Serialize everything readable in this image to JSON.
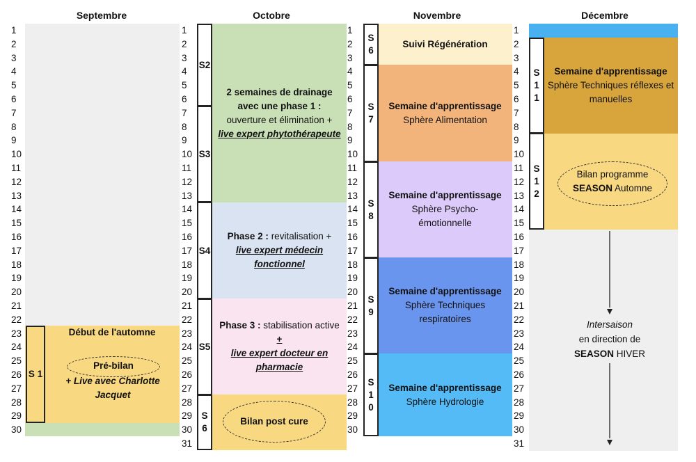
{
  "months": [
    "Septembre",
    "Octobre",
    "Novembre",
    "Décembre"
  ],
  "days": {
    "sep": [
      "1",
      "2",
      "3",
      "4",
      "5",
      "6",
      "7",
      "8",
      "9",
      "10",
      "11",
      "12",
      "13",
      "14",
      "15",
      "16",
      "17",
      "18",
      "19",
      "20",
      "21",
      "22",
      "23",
      "24",
      "25",
      "26",
      "27",
      "28",
      "29",
      "30"
    ],
    "oct": [
      "1",
      "2",
      "3",
      "4",
      "5",
      "6",
      "7",
      "8",
      "9",
      "10",
      "11",
      "12",
      "13",
      "14",
      "15",
      "16",
      "17",
      "18",
      "19",
      "20",
      "21",
      "22",
      "23",
      "24",
      "25",
      "26",
      "27",
      "28",
      "29",
      "30",
      "31"
    ],
    "nov": [
      "1",
      "2",
      "3",
      "4",
      "5",
      "6",
      "7",
      "8",
      "9",
      "10",
      "11",
      "12",
      "13",
      "14",
      "15",
      "16",
      "17",
      "18",
      "19",
      "20",
      "21",
      "22",
      "23",
      "24",
      "25",
      "26",
      "27",
      "28",
      "29",
      "30"
    ],
    "dec": [
      "1",
      "2",
      "3",
      "4",
      "5",
      "6",
      "7",
      "8",
      "9",
      "10",
      "11",
      "12",
      "13",
      "14",
      "15",
      "16",
      "17",
      "18",
      "19",
      "20",
      "21",
      "22",
      "23",
      "24",
      "25",
      "26",
      "27",
      "28",
      "29",
      "30",
      "31"
    ]
  },
  "weeks": {
    "s1": "S 1",
    "s2": "S2",
    "s3": "S3",
    "s4": "S4",
    "s5": "S5",
    "s6a": "S 6",
    "s6b": "S 6",
    "s7": "S 7",
    "s8": "S 8",
    "s9": "S 9",
    "s10": "S 1 0",
    "s11": "S 1 1",
    "s12": "S 1 2"
  },
  "september": {
    "block_title": "Début de l'automne",
    "prebilan": "Pré-bilan",
    "live_line": "+ Live avec Charlotte Jacquet"
  },
  "october": {
    "drainage_title": "2 semaines de drainage avec une phase 1 :",
    "drainage_text": "ouverture et élimination +",
    "drainage_live": "live expert phytothérapeute",
    "phase2_label": "Phase 2 :",
    "phase2_text": "revitalisation +",
    "phase2_live": "live expert médecin fonctionnel",
    "phase3_label": "Phase 3 :",
    "phase3_text": "stabilisation active",
    "phase3_plus": "+",
    "phase3_live": "live expert docteur en pharmacie",
    "bilan": "Bilan post cure"
  },
  "november": {
    "suivi": "Suivi Régénération",
    "s7_title": "Semaine d'apprentissage",
    "s7_text": "Sphère Alimentation",
    "s8_title": "Semaine d'apprentissage",
    "s8_text": "Sphère Psycho-émotionnelle",
    "s9_title": "Semaine d'apprentissage",
    "s9_text": "Sphère Techniques respiratoires",
    "s10_title": "Semaine d'apprentissage",
    "s10_text": "Sphère Hydrologie"
  },
  "december": {
    "s11_title": "Semaine d'apprentissage",
    "s11_text": "Sphère Techniques réflexes et manuelles",
    "bilan_prefix": "Bilan programme",
    "bilan_bold": "SEASON",
    "bilan_suffix": "Automne",
    "intersaison": "Intersaison",
    "direction": "en direction de",
    "season_bold": "SEASON",
    "season_suffix": "HIVER"
  },
  "colors": {
    "grey": "#efefef",
    "yellow": "#f8d880",
    "green_light": "#c9e0b6",
    "blue_light": "#dae3f1",
    "pink_light": "#f9e4ef",
    "cream": "#fdf0cd",
    "orange": "#f2b47a",
    "lavender": "#dccafa",
    "blue_medium": "#6a95ef",
    "sky_blue": "#55bbf7",
    "dark_gold": "#d8a43c",
    "bright_blue": "#49b1ef"
  }
}
